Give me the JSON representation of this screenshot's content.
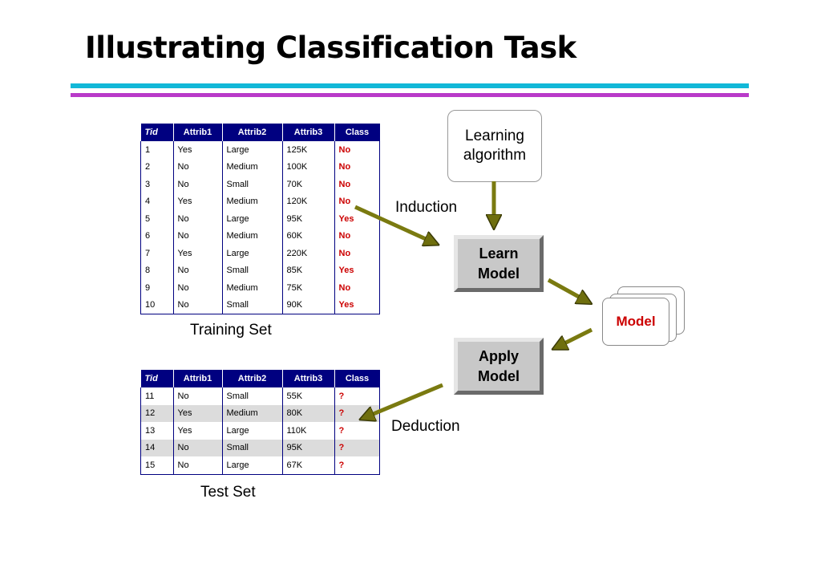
{
  "title": "Illustrating Classification Task",
  "columns": [
    "Tid",
    "Attrib1",
    "Attrib2",
    "Attrib3",
    "Class"
  ],
  "training_set": {
    "caption": "Training Set",
    "rows": [
      [
        "1",
        "Yes",
        "Large",
        "125K",
        "No"
      ],
      [
        "2",
        "No",
        "Medium",
        "100K",
        "No"
      ],
      [
        "3",
        "No",
        "Small",
        "70K",
        "No"
      ],
      [
        "4",
        "Yes",
        "Medium",
        "120K",
        "No"
      ],
      [
        "5",
        "No",
        "Large",
        "95K",
        "Yes"
      ],
      [
        "6",
        "No",
        "Medium",
        "60K",
        "No"
      ],
      [
        "7",
        "Yes",
        "Large",
        "220K",
        "No"
      ],
      [
        "8",
        "No",
        "Small",
        "85K",
        "Yes"
      ],
      [
        "9",
        "No",
        "Medium",
        "75K",
        "No"
      ],
      [
        "10",
        "No",
        "Small",
        "90K",
        "Yes"
      ]
    ]
  },
  "test_set": {
    "caption": "Test Set",
    "rows": [
      [
        "11",
        "No",
        "Small",
        "55K",
        "?"
      ],
      [
        "12",
        "Yes",
        "Medium",
        "80K",
        "?"
      ],
      [
        "13",
        "Yes",
        "Large",
        "110K",
        "?"
      ],
      [
        "14",
        "No",
        "Small",
        "95K",
        "?"
      ],
      [
        "15",
        "No",
        "Large",
        "67K",
        "?"
      ]
    ]
  },
  "learning_algorithm": {
    "line1": "Learning",
    "line2": "algorithm"
  },
  "learn_model": {
    "line1": "Learn",
    "line2": "Model"
  },
  "apply_model": {
    "line1": "Apply",
    "line2": "Model"
  },
  "model_label": "Model",
  "induction_label": "Induction",
  "deduction_label": "Deduction",
  "colors": {
    "header_bg": "#000080",
    "class_text": "#cc0000",
    "arrow": "#7a7a10",
    "rule_cyan": "#12b8d8",
    "rule_magenta": "#b93ac9"
  }
}
